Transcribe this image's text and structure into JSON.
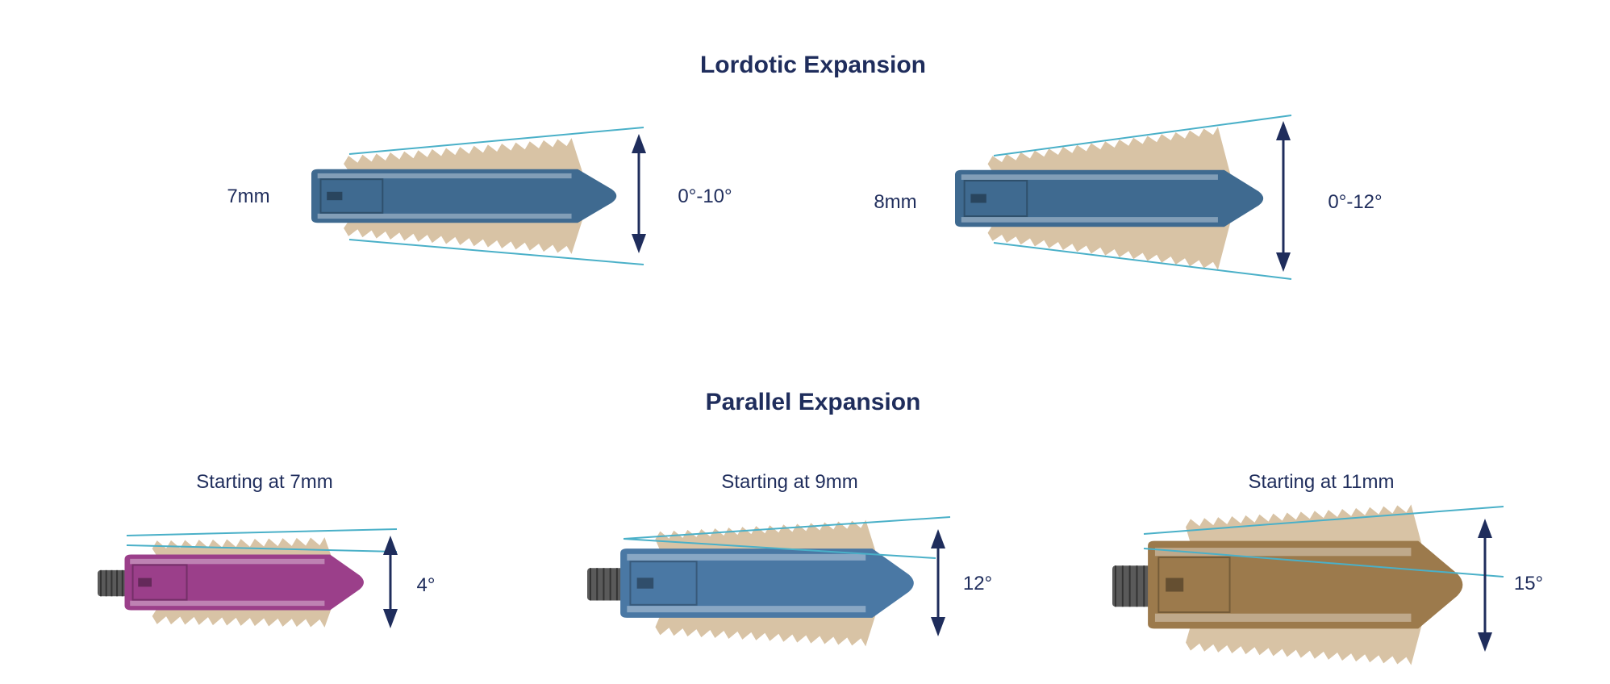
{
  "lordotic": {
    "title": "Lordotic Expansion",
    "items": [
      {
        "size_label": "7mm",
        "angle_label": "0°-10°",
        "core_color": "#3f6a90"
      },
      {
        "size_label": "8mm",
        "angle_label": "0°-12°",
        "core_color": "#3f6a90"
      }
    ]
  },
  "parallel": {
    "title": "Parallel Expansion",
    "items": [
      {
        "start_label": "Starting at 7mm",
        "angle_label": "4°",
        "core_color": "#9b3f8a"
      },
      {
        "start_label": "Starting at 9mm",
        "angle_label": "12°",
        "core_color": "#4a78a4"
      },
      {
        "start_label": "Starting at 11mm",
        "angle_label": "15°",
        "core_color": "#9c7a4c"
      }
    ]
  },
  "colors": {
    "text": "#1f2d5c",
    "guide_line": "#4ab0c8",
    "cage": "#d8c3a5",
    "arrow": "#1f2d5c"
  }
}
